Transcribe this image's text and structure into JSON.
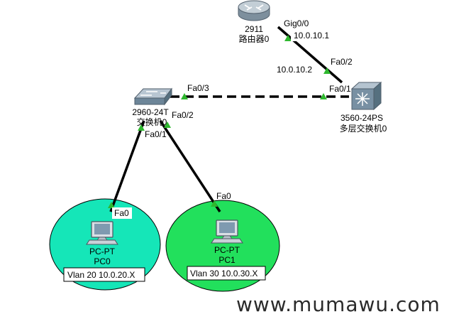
{
  "devices": {
    "router": {
      "model": "2911",
      "name": "路由器0"
    },
    "l2switch": {
      "model": "2960-24T",
      "name": "交换机0"
    },
    "l3switch": {
      "model": "3560-24PS",
      "name": "多层交换机0"
    },
    "pc0": {
      "model": "PC-PT",
      "name": "PC0",
      "vlan": "Vlan 20  10.0.20.X"
    },
    "pc1": {
      "model": "PC-PT",
      "name": "PC1",
      "vlan": "Vlan 30 10.0.30.X"
    }
  },
  "ports": {
    "router_gig": "Gig0/0",
    "router_ip": "10.0.10.1",
    "l3_fa02": "Fa0/2",
    "l3_ip": "10.0.10.2",
    "l3_fa01": "Fa0/1",
    "sw_fa03": "Fa0/3",
    "sw_fa02": "Fa0/2",
    "sw_fa01": "Fa0/1",
    "pc0_fa0": "Fa0",
    "pc1_fa0": "Fa0"
  },
  "watermark": "www.mumawu.com",
  "colors": {
    "vlan20_fill": "#15e6b8",
    "vlan30_fill": "#22e05c",
    "link": "#000000",
    "port_ok": "#2fb82f"
  }
}
